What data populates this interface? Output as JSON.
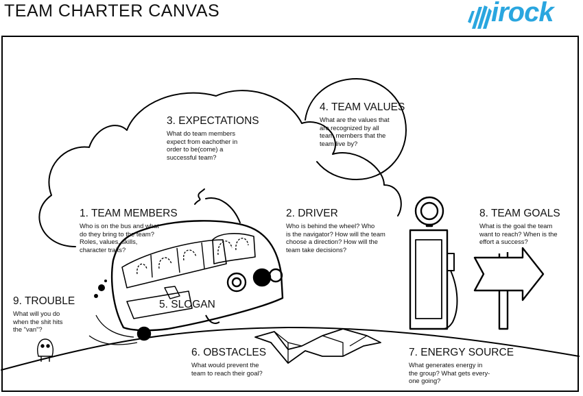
{
  "header": {
    "title": "TEAM CHARTER CANVAS",
    "brand": "irock"
  },
  "sections": {
    "team_members": {
      "heading": "1. TEAM MEMBERS",
      "lines": [
        "Who is on the bus and what",
        "do they bring to the team?",
        "Roles, values, skills,",
        "character traits?"
      ]
    },
    "driver": {
      "heading": "2. DRIVER",
      "lines": [
        "Who is behind the wheel? Who",
        "is the navigator? How will the team",
        "choose a direction? How will the",
        "team take decisions?"
      ]
    },
    "expectations": {
      "heading": "3. EXPECTATIONS",
      "lines": [
        "What do team members",
        "expect from eachother in",
        "order to be(come) a",
        "successful team?"
      ]
    },
    "team_values": {
      "heading": "4. TEAM VALUES",
      "lines": [
        "What are the values that",
        "are recognized by all",
        "team members that the",
        "team live by?"
      ]
    },
    "slogan": {
      "heading": "5. SLOGAN"
    },
    "obstacles": {
      "heading": "6. OBSTACLES",
      "lines": [
        "What would prevent the",
        "team to reach their goal?"
      ]
    },
    "energy_source": {
      "heading": "7. ENERGY SOURCE",
      "lines": [
        "What generates energy in",
        "the group? What gets every-",
        "one going?"
      ]
    },
    "team_goals": {
      "heading": "8. TEAM GOALS",
      "lines": [
        "What is the goal the team",
        "want to reach? When is the",
        "effort a success?"
      ]
    },
    "trouble": {
      "heading": "9. TROUBLE",
      "lines": [
        "What will you do",
        "when the shit hits",
        "the \"van\"?"
      ]
    }
  },
  "colors": {
    "brand": "#2aa6df",
    "ink": "#111111",
    "background": "#ffffff"
  }
}
